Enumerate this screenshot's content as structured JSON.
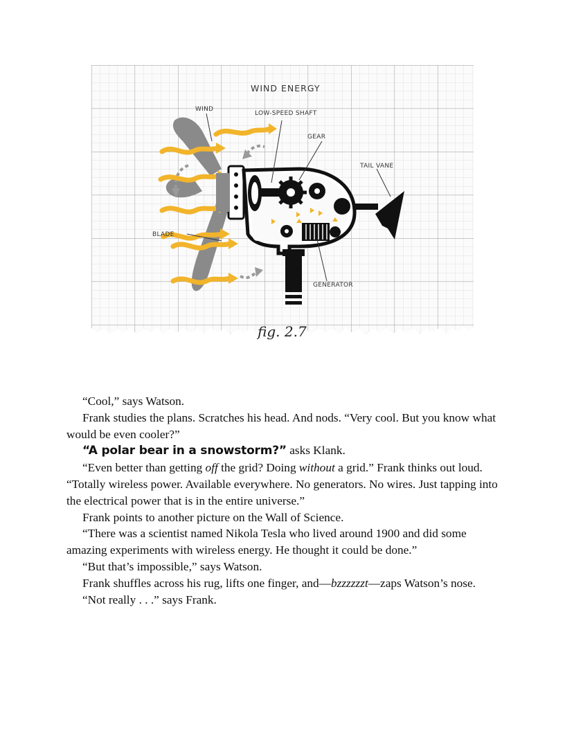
{
  "figure": {
    "title": "WIND ENERGY",
    "callouts": {
      "wind": "WIND",
      "low_speed_shaft": "LOW-SPEED SHAFT",
      "gear": "GEAR",
      "tail_vane": "TAIL VANE",
      "blade": "BLADE",
      "generator": "GENERATOR"
    },
    "caption": "fig. 2.7",
    "colors": {
      "wind_arrows": "#f2b42a",
      "body": "#111111",
      "blades": "#8a8a8a",
      "grid": "#c9c9c9"
    }
  },
  "story": {
    "p1": "“Cool,” says Watson.",
    "p2": "Frank studies the plans. Scratches his head. And nods. “Very cool. But you know what would be even cooler?”",
    "p3_quote": "“A polar bear in a snowstorm?”",
    "p3_tail": " asks Klank.",
    "p4_a": "“Even better than getting ",
    "p4_em1": "off",
    "p4_b": " the grid? Doing ",
    "p4_em2": "without",
    "p4_c": " a grid.” Frank thinks out loud. “Totally wireless power. Available everywhere. No generators. No wires. Just tapping into the electrical power that is in the entire universe.”",
    "p5": "Frank points to another picture on the Wall of Science.",
    "p6": "“There was a scientist named Nikola Tesla who lived around 1900 and did some amazing experiments with wireless energy. He thought it could be done.”",
    "p7": "“But that’s impossible,” says Watson.",
    "p8_a": "Frank shuffles across his rug, lifts one finger, and—",
    "p8_em": "bzzzzzzt",
    "p8_b": "—zaps Watson’s nose.",
    "p9": "“Not really . . .” says Frank."
  }
}
